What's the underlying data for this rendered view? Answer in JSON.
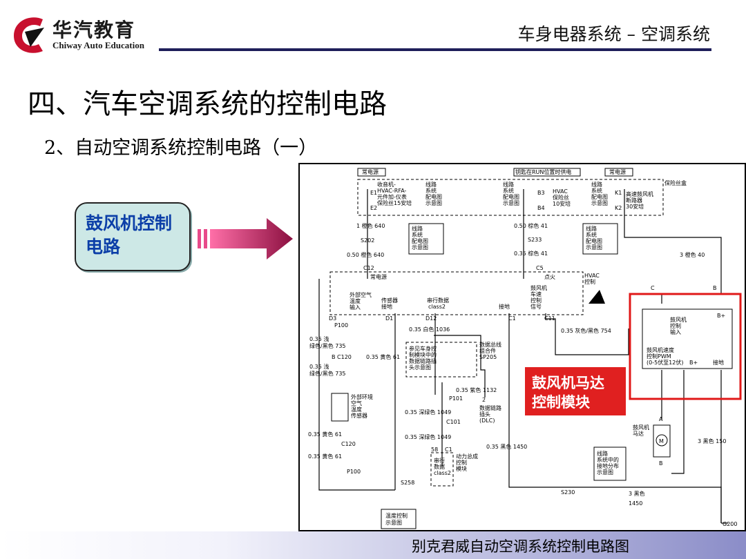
{
  "header": {
    "logo_cn": "华汽教育",
    "logo_en": "Chiway Auto Education",
    "title": "车身电器系统 –  空调系统"
  },
  "title": "四、汽车空调系统的控制电路",
  "subtitle": "2、自动空调系统控制电路（一）",
  "callout": {
    "text": "鼓风机控制电路"
  },
  "diagram": {
    "top_labels": {
      "hot_always": "常电源",
      "run_hot": "钥匙在RUN位置时供电",
      "hot_always2": "常电源"
    },
    "fuse_box": "保险丝盒",
    "fuses": {
      "left_name": "E1",
      "left_lines": [
        "收音机-",
        "HVAC-RFA-",
        "元件加-仪表",
        "保险丝15安培"
      ],
      "left_name2": "E2",
      "mid_name": "B3",
      "mid_lines": [
        "HVAC",
        "保险丝",
        "10安培"
      ],
      "mid_name2": "B4",
      "right_name": "K1",
      "right_lines": [
        "高速鼓风机",
        "断路器",
        "30安培"
      ],
      "right_name2": "K2"
    },
    "ref_note": [
      "线路",
      "系统",
      "配电图",
      "示意图"
    ],
    "ref_note_b": [
      "线路",
      "系统",
      "配电图",
      "示意图"
    ],
    "ref_note_c": [
      "线路",
      "系统",
      "配电图",
      "示意图"
    ],
    "ref_note_d": [
      "线路",
      "系统",
      "配电图",
      "示意图"
    ],
    "ref_note_e": [
      "线路",
      "系统",
      "配电图",
      "示意图"
    ],
    "wires": {
      "w640a": "1  橙色  640",
      "s202": "S202",
      "w640b": "0.50  橙色  640",
      "c12": "C12",
      "w41a": "0.50  棕色  41",
      "s233": "S233",
      "w41b": "0.35  棕色  41",
      "c5": "C5",
      "w40": "3  橙色  40",
      "w754": "0.35  灰色/黑色  754",
      "w1036": "0.35  白色  1036",
      "w735a": [
        "0.35 浅",
        "绿色/黑色  735"
      ],
      "c120a": "B   C120",
      "w61a": "0.35  黄色  61",
      "w735b": [
        "0.35 浅",
        "绿色/黑色  735"
      ],
      "w1132": "0.35  紫色  1132",
      "w1049a": "0.35  深绿色  1049",
      "c101": "C101",
      "w1049b": "0.35  深绿色  1049",
      "w61b": "0.35  黄色  61",
      "c120b": "C120",
      "w61c": "0.35  黄色  61",
      "w1450a": "0.35  黑色  1450",
      "w150": "3  黑色  150",
      "s230": "S230",
      "w1450b": "3  黑色",
      "w1450c": "1450",
      "s258": "S258",
      "p100a": "P100",
      "p100b": "P100",
      "p101": "P101",
      "g200": "G200"
    },
    "hvac": {
      "title": [
        "HVAC",
        "控制"
      ],
      "hot_label": "常电源",
      "ign_label": "点火",
      "outside_temp": [
        "外部空气",
        "温度",
        "输入"
      ],
      "sensor_gnd": [
        "传感器",
        "接地"
      ],
      "serial_data": [
        "串行数据",
        "class2"
      ],
      "gnd": "接地",
      "blower_ctrl": [
        "鼓风机",
        "车速",
        "控制",
        "信号"
      ],
      "pins": [
        "D3",
        "D1",
        "D12",
        "C1",
        "C11",
        "C",
        "B"
      ]
    },
    "splice": {
      "s205": [
        "数据总线",
        "组合件",
        "SP205"
      ],
      "note": [
        "参见车身控",
        "制模块中的",
        "数据链路插",
        "头示意图"
      ],
      "dlc": [
        "数据链路",
        "插头",
        "(DLC)"
      ],
      "dlc_pin": "2"
    },
    "outside_sensor": [
      "外部环境",
      "空气",
      "温度",
      "传感器"
    ],
    "pcm": {
      "pin": "58",
      "c1": "C1",
      "inner": [
        "串行",
        "数据",
        "class2"
      ],
      "label": [
        "动力总成",
        "控制",
        "模块"
      ]
    },
    "blower_module": {
      "input": [
        "鼓风机",
        "控制",
        "输入"
      ],
      "pwm": [
        "鼓风机速度",
        "控制PWM",
        "(0-5伏至12伏)"
      ],
      "bplus": "B+",
      "bplus2": "B+",
      "gnd": "接地",
      "label_red": [
        "鼓风机马达",
        "控制模块"
      ]
    },
    "motor": {
      "label": [
        "鼓风机",
        "马达"
      ],
      "symbol": "M",
      "pin_a": "A",
      "pin_b": "B"
    },
    "ground_note": [
      "线路",
      "系统中的",
      "接地分布",
      "示意图"
    ],
    "temp_ctrl_note": [
      "温度控制",
      "示意图"
    ]
  },
  "footer": {
    "caption": "别克君威自动空调系统控制电路图"
  }
}
